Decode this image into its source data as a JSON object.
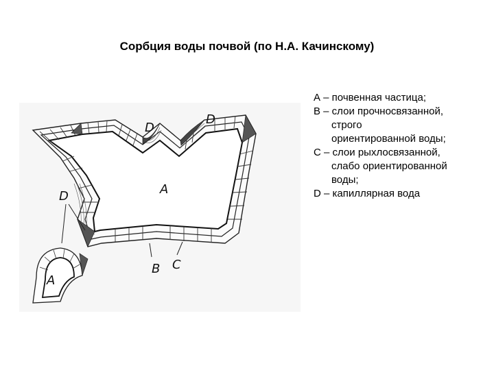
{
  "title": "Сорбция воды почвой (по Н.А. Качинскому)",
  "legend": [
    {
      "lines": [
        "А – почвенная частица;"
      ]
    },
    {
      "lines": [
        "В – слои прочносвязанной,",
        "строго",
        "ориентированной воды;"
      ]
    },
    {
      "lines": [
        "С – слои рыхлосвязанной,",
        "слабо ориентированной",
        "воды;"
      ]
    },
    {
      "lines": [
        "D – капиллярная вода"
      ]
    }
  ],
  "diagram_labels": {
    "d_top_left": "D",
    "d_top_right": "D",
    "d_left": "D",
    "a_center": "A",
    "a_small": "A",
    "b": "B",
    "c": "C"
  }
}
